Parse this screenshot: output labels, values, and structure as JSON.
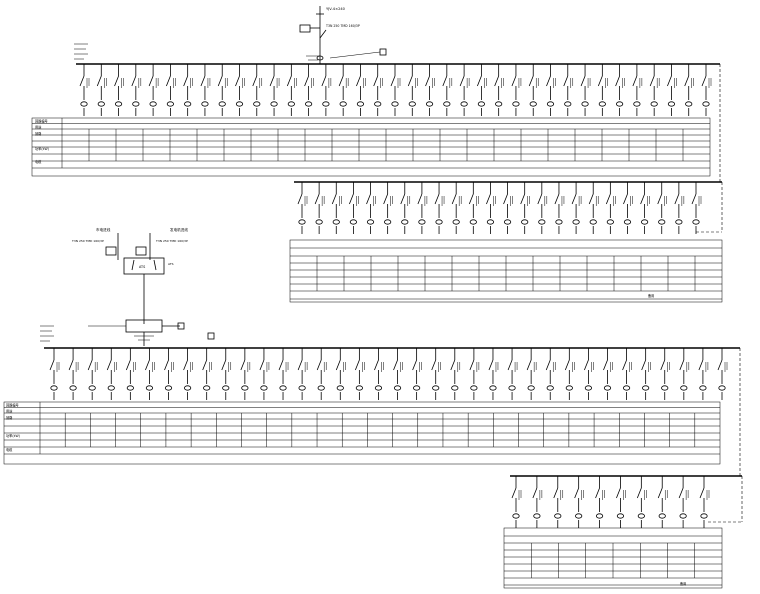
{
  "colors": {
    "ink": "#000000",
    "paper": "#ffffff"
  },
  "upper": {
    "incoming_label": "YJV-4×240",
    "breaker_label": "T3N 250 TMD 160/3P",
    "count_in": 37,
    "count_ext": 24,
    "table_label_r0": "回路编号",
    "table_label_r1": "用途",
    "table_label_r2": "回路",
    "table_label_r3": "功率(kW)",
    "table_label_r4": "电缆",
    "ext_table_note": "备用"
  },
  "lower": {
    "source1": "市电进线",
    "source2": "发电机进线",
    "ats_label": "ATS",
    "count_in": 36,
    "count_ext": 10,
    "table_label_r0": "回路编号",
    "table_label_r1": "用途",
    "table_label_r2": "回路",
    "table_label_r3": "功率(kW)",
    "table_label_r4": "电缆",
    "ext_table_note": "备用"
  }
}
